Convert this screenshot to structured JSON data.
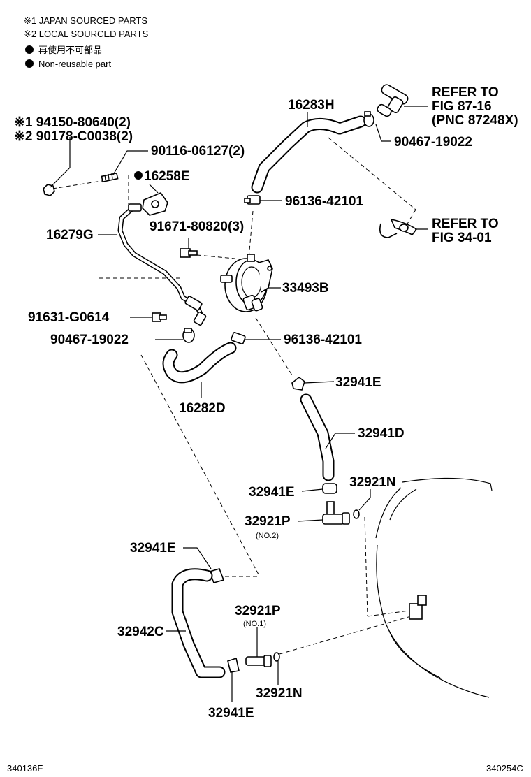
{
  "notes": {
    "line1": "※1 JAPAN SOURCED PARTS",
    "line2": "※2 LOCAL SOURCED PARTS",
    "line3": "再使用不可部品",
    "line4": "Non-reusable part"
  },
  "labels": {
    "p16283H": "16283H",
    "refer1_a": "REFER TO",
    "refer1_b": "FIG 87-16",
    "refer1_c": "(PNC 87248X)",
    "p90467_top": "90467-19022",
    "p94150": "※1 94150-80640(2)",
    "p90178": "※2 90178-C0038(2)",
    "p90116": "90116-06127(2)",
    "p16258E": "16258E",
    "p96136_top": "96136-42101",
    "refer2_a": "REFER TO",
    "refer2_b": "FIG 34-01",
    "p16279G": "16279G",
    "p91671": "91671-80820(3)",
    "p33493B": "33493B",
    "p91631": "91631-G0614",
    "p90467_mid": "90467-19022",
    "p96136_mid": "96136-42101",
    "p32941E_a": "32941E",
    "p16282D": "16282D",
    "p32941D": "32941D",
    "p32941E_b": "32941E",
    "p32921N_a": "32921N",
    "p32921P_a": "32921P",
    "no2": "(NO.2)",
    "p32941E_c": "32941E",
    "p32942C": "32942C",
    "p32921P_b": "32921P",
    "no1": "(NO.1)",
    "p32921N_b": "32921N",
    "p32941E_d": "32941E"
  },
  "footer": {
    "left": "340136F",
    "right": "340254C"
  }
}
